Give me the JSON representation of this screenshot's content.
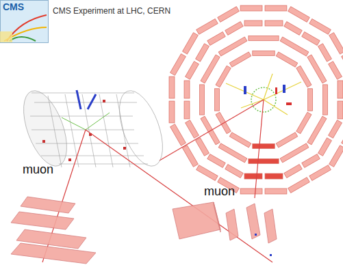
{
  "diagram": {
    "labels": [
      "CMS",
      "CMS Experiment at LHC, CERN",
      "muon",
      "muon"
    ]
  }
}
